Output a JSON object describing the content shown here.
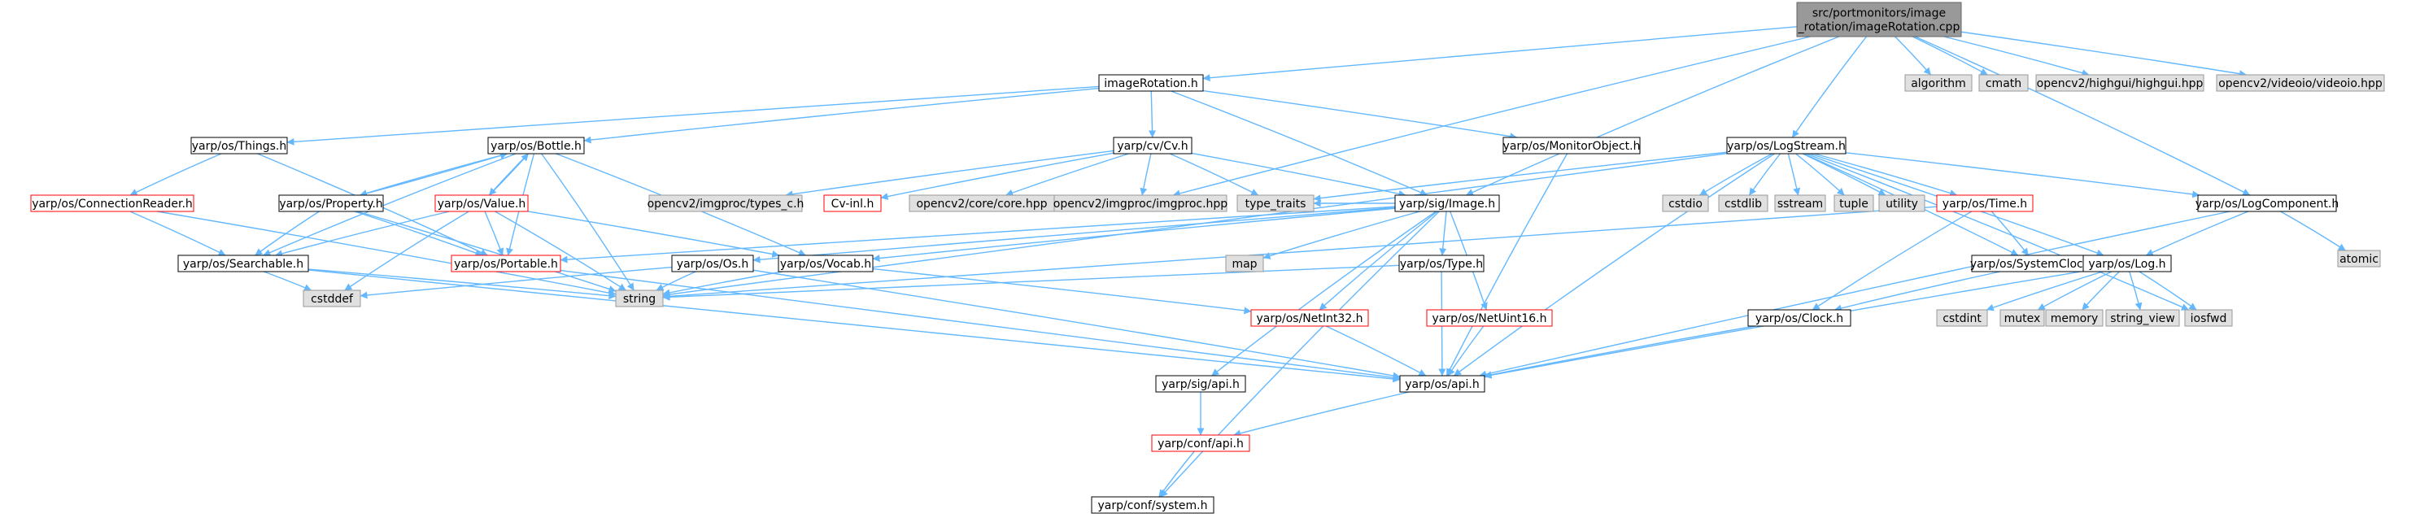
{
  "colors": {
    "normal_fill": "#ffffff",
    "normal_stroke": "#000000",
    "truncated_stroke": "#ff0000",
    "system_fill": "#e0e0e0",
    "system_stroke": "#999999",
    "root_fill": "#999999",
    "root_stroke": "#666666",
    "edge": "#63b8ff",
    "text": "#000000"
  },
  "nodes": [
    {
      "id": "root",
      "kind": "root",
      "lines": [
        "src/portmonitors/image",
        "_rotation/imageRotation.cpp"
      ]
    },
    {
      "id": "imageRotation_h",
      "kind": "normal",
      "lines": [
        "imageRotation.h"
      ]
    },
    {
      "id": "algorithm",
      "kind": "system",
      "lines": [
        "algorithm"
      ]
    },
    {
      "id": "cmath",
      "kind": "system",
      "lines": [
        "cmath"
      ]
    },
    {
      "id": "highgui",
      "kind": "system",
      "lines": [
        "opencv2/highgui/highgui.hpp"
      ]
    },
    {
      "id": "videoio",
      "kind": "system",
      "lines": [
        "opencv2/videoio/videoio.hpp"
      ]
    },
    {
      "id": "things",
      "kind": "normal",
      "lines": [
        "yarp/os/Things.h"
      ]
    },
    {
      "id": "bottle",
      "kind": "normal",
      "lines": [
        "yarp/os/Bottle.h"
      ]
    },
    {
      "id": "cvh",
      "kind": "normal",
      "lines": [
        "yarp/cv/Cv.h"
      ]
    },
    {
      "id": "monitor",
      "kind": "normal",
      "lines": [
        "yarp/os/MonitorObject.h"
      ]
    },
    {
      "id": "logstream",
      "kind": "normal",
      "lines": [
        "yarp/os/LogStream.h"
      ]
    },
    {
      "id": "connreader",
      "kind": "truncated",
      "lines": [
        "yarp/os/ConnectionReader.h"
      ]
    },
    {
      "id": "property",
      "kind": "normal",
      "lines": [
        "yarp/os/Property.h"
      ]
    },
    {
      "id": "value",
      "kind": "truncated",
      "lines": [
        "yarp/os/Value.h"
      ]
    },
    {
      "id": "types_c",
      "kind": "system",
      "lines": [
        "opencv2/imgproc/types_c.h"
      ]
    },
    {
      "id": "cvinl",
      "kind": "truncated",
      "lines": [
        "Cv-inl.h"
      ]
    },
    {
      "id": "corehpp",
      "kind": "system",
      "lines": [
        "opencv2/core/core.hpp"
      ]
    },
    {
      "id": "imgprochpp",
      "kind": "system",
      "lines": [
        "opencv2/imgproc/imgproc.hpp"
      ]
    },
    {
      "id": "type_traits",
      "kind": "system",
      "lines": [
        "type_traits"
      ]
    },
    {
      "id": "sigimage",
      "kind": "normal",
      "lines": [
        "yarp/sig/Image.h"
      ]
    },
    {
      "id": "cstdio",
      "kind": "system",
      "lines": [
        "cstdio"
      ]
    },
    {
      "id": "cstdlib",
      "kind": "system",
      "lines": [
        "cstdlib"
      ]
    },
    {
      "id": "sstream",
      "kind": "system",
      "lines": [
        "sstream"
      ]
    },
    {
      "id": "tuple",
      "kind": "system",
      "lines": [
        "tuple"
      ]
    },
    {
      "id": "utility",
      "kind": "system",
      "lines": [
        "utility"
      ]
    },
    {
      "id": "timeh",
      "kind": "truncated",
      "lines": [
        "yarp/os/Time.h"
      ]
    },
    {
      "id": "logcomp",
      "kind": "normal",
      "lines": [
        "yarp/os/LogComponent.h"
      ]
    },
    {
      "id": "atomic",
      "kind": "system",
      "lines": [
        "atomic"
      ]
    },
    {
      "id": "searchable",
      "kind": "normal",
      "lines": [
        "yarp/os/Searchable.h"
      ]
    },
    {
      "id": "portable",
      "kind": "truncated",
      "lines": [
        "yarp/os/Portable.h"
      ]
    },
    {
      "id": "osh",
      "kind": "normal",
      "lines": [
        "yarp/os/Os.h"
      ]
    },
    {
      "id": "vocab",
      "kind": "normal",
      "lines": [
        "yarp/os/Vocab.h"
      ]
    },
    {
      "id": "map",
      "kind": "system",
      "lines": [
        "map"
      ]
    },
    {
      "id": "typeh",
      "kind": "normal",
      "lines": [
        "yarp/os/Type.h"
      ]
    },
    {
      "id": "sysclock",
      "kind": "normal",
      "lines": [
        "yarp/os/SystemClock.h"
      ]
    },
    {
      "id": "logh",
      "kind": "normal",
      "lines": [
        "yarp/os/Log.h"
      ]
    },
    {
      "id": "cstddef",
      "kind": "system",
      "lines": [
        "cstddef"
      ]
    },
    {
      "id": "string",
      "kind": "system",
      "lines": [
        "string"
      ]
    },
    {
      "id": "netint32",
      "kind": "truncated",
      "lines": [
        "yarp/os/NetInt32.h"
      ]
    },
    {
      "id": "netuint16",
      "kind": "truncated",
      "lines": [
        "yarp/os/NetUint16.h"
      ]
    },
    {
      "id": "clock",
      "kind": "normal",
      "lines": [
        "yarp/os/Clock.h"
      ]
    },
    {
      "id": "cstdint",
      "kind": "system",
      "lines": [
        "cstdint"
      ]
    },
    {
      "id": "mutex",
      "kind": "system",
      "lines": [
        "mutex"
      ]
    },
    {
      "id": "memory",
      "kind": "system",
      "lines": [
        "memory"
      ]
    },
    {
      "id": "string_view",
      "kind": "system",
      "lines": [
        "string_view"
      ]
    },
    {
      "id": "iosfwd",
      "kind": "system",
      "lines": [
        "iosfwd"
      ]
    },
    {
      "id": "sigapi",
      "kind": "normal",
      "lines": [
        "yarp/sig/api.h"
      ]
    },
    {
      "id": "osapi",
      "kind": "normal",
      "lines": [
        "yarp/os/api.h"
      ]
    },
    {
      "id": "confapi",
      "kind": "truncated",
      "lines": [
        "yarp/conf/api.h"
      ]
    },
    {
      "id": "confsystem",
      "kind": "normal",
      "lines": [
        "yarp/conf/system.h"
      ]
    }
  ],
  "edges": [
    [
      "root",
      "imageRotation_h"
    ],
    [
      "root",
      "algorithm"
    ],
    [
      "root",
      "cmath"
    ],
    [
      "root",
      "highgui"
    ],
    [
      "root",
      "videoio"
    ],
    [
      "root",
      "imgprochpp"
    ],
    [
      "root",
      "sigimage"
    ],
    [
      "root",
      "logstream"
    ],
    [
      "root",
      "logcomp"
    ],
    [
      "imageRotation_h",
      "things"
    ],
    [
      "imageRotation_h",
      "bottle"
    ],
    [
      "imageRotation_h",
      "cvh"
    ],
    [
      "imageRotation_h",
      "monitor"
    ],
    [
      "imageRotation_h",
      "sigimage"
    ],
    [
      "things",
      "connreader"
    ],
    [
      "things",
      "portable"
    ],
    [
      "bottle",
      "property"
    ],
    [
      "bottle",
      "value"
    ],
    [
      "bottle",
      "searchable"
    ],
    [
      "bottle",
      "portable"
    ],
    [
      "bottle",
      "vocab"
    ],
    [
      "bottle",
      "string"
    ],
    [
      "connreader",
      "searchable"
    ],
    [
      "connreader",
      "string"
    ],
    [
      "property",
      "bottle"
    ],
    [
      "property",
      "searchable"
    ],
    [
      "property",
      "portable"
    ],
    [
      "property",
      "string"
    ],
    [
      "value",
      "bottle"
    ],
    [
      "value",
      "searchable"
    ],
    [
      "value",
      "portable"
    ],
    [
      "value",
      "vocab"
    ],
    [
      "value",
      "string"
    ],
    [
      "value",
      "cstddef"
    ],
    [
      "cvh",
      "types_c"
    ],
    [
      "cvh",
      "cvinl"
    ],
    [
      "cvh",
      "corehpp"
    ],
    [
      "cvh",
      "imgprochpp"
    ],
    [
      "cvh",
      "type_traits"
    ],
    [
      "cvh",
      "sigimage"
    ],
    [
      "monitor",
      "osapi"
    ],
    [
      "logstream",
      "type_traits"
    ],
    [
      "logstream",
      "cstdio"
    ],
    [
      "logstream",
      "cstdlib"
    ],
    [
      "logstream",
      "sstream"
    ],
    [
      "logstream",
      "tuple"
    ],
    [
      "logstream",
      "utility"
    ],
    [
      "logstream",
      "timeh"
    ],
    [
      "logstream",
      "logcomp"
    ],
    [
      "logstream",
      "logh"
    ],
    [
      "logstream",
      "sysclock"
    ],
    [
      "logstream",
      "iosfwd"
    ],
    [
      "logstream",
      "string"
    ],
    [
      "logstream",
      "osapi"
    ],
    [
      "sigimage",
      "portable"
    ],
    [
      "sigimage",
      "vocab"
    ],
    [
      "sigimage",
      "osh"
    ],
    [
      "sigimage",
      "map"
    ],
    [
      "sigimage",
      "typeh"
    ],
    [
      "sigimage",
      "netint32"
    ],
    [
      "sigimage",
      "netuint16"
    ],
    [
      "sigimage",
      "sigapi"
    ],
    [
      "sigimage",
      "confsystem"
    ],
    [
      "sigimage",
      "type_traits"
    ],
    [
      "timeh",
      "sysclock"
    ],
    [
      "timeh",
      "clock"
    ],
    [
      "timeh",
      "string"
    ],
    [
      "logcomp",
      "atomic"
    ],
    [
      "logcomp",
      "logh"
    ],
    [
      "logcomp",
      "osapi"
    ],
    [
      "searchable",
      "cstddef"
    ],
    [
      "searchable",
      "string"
    ],
    [
      "searchable",
      "osapi"
    ],
    [
      "portable",
      "osapi"
    ],
    [
      "osh",
      "string"
    ],
    [
      "osh",
      "cstddef"
    ],
    [
      "osh",
      "osapi"
    ],
    [
      "vocab",
      "string"
    ],
    [
      "vocab",
      "netint32"
    ],
    [
      "typeh",
      "string"
    ],
    [
      "typeh",
      "osapi"
    ],
    [
      "sysclock",
      "clock"
    ],
    [
      "logh",
      "cstdint"
    ],
    [
      "logh",
      "mutex"
    ],
    [
      "logh",
      "memory"
    ],
    [
      "logh",
      "string_view"
    ],
    [
      "logh",
      "iosfwd"
    ],
    [
      "logh",
      "osapi"
    ],
    [
      "netint32",
      "osapi"
    ],
    [
      "netuint16",
      "osapi"
    ],
    [
      "clock",
      "osapi"
    ],
    [
      "sigapi",
      "confapi"
    ],
    [
      "osapi",
      "confapi"
    ],
    [
      "confapi",
      "confsystem"
    ]
  ]
}
